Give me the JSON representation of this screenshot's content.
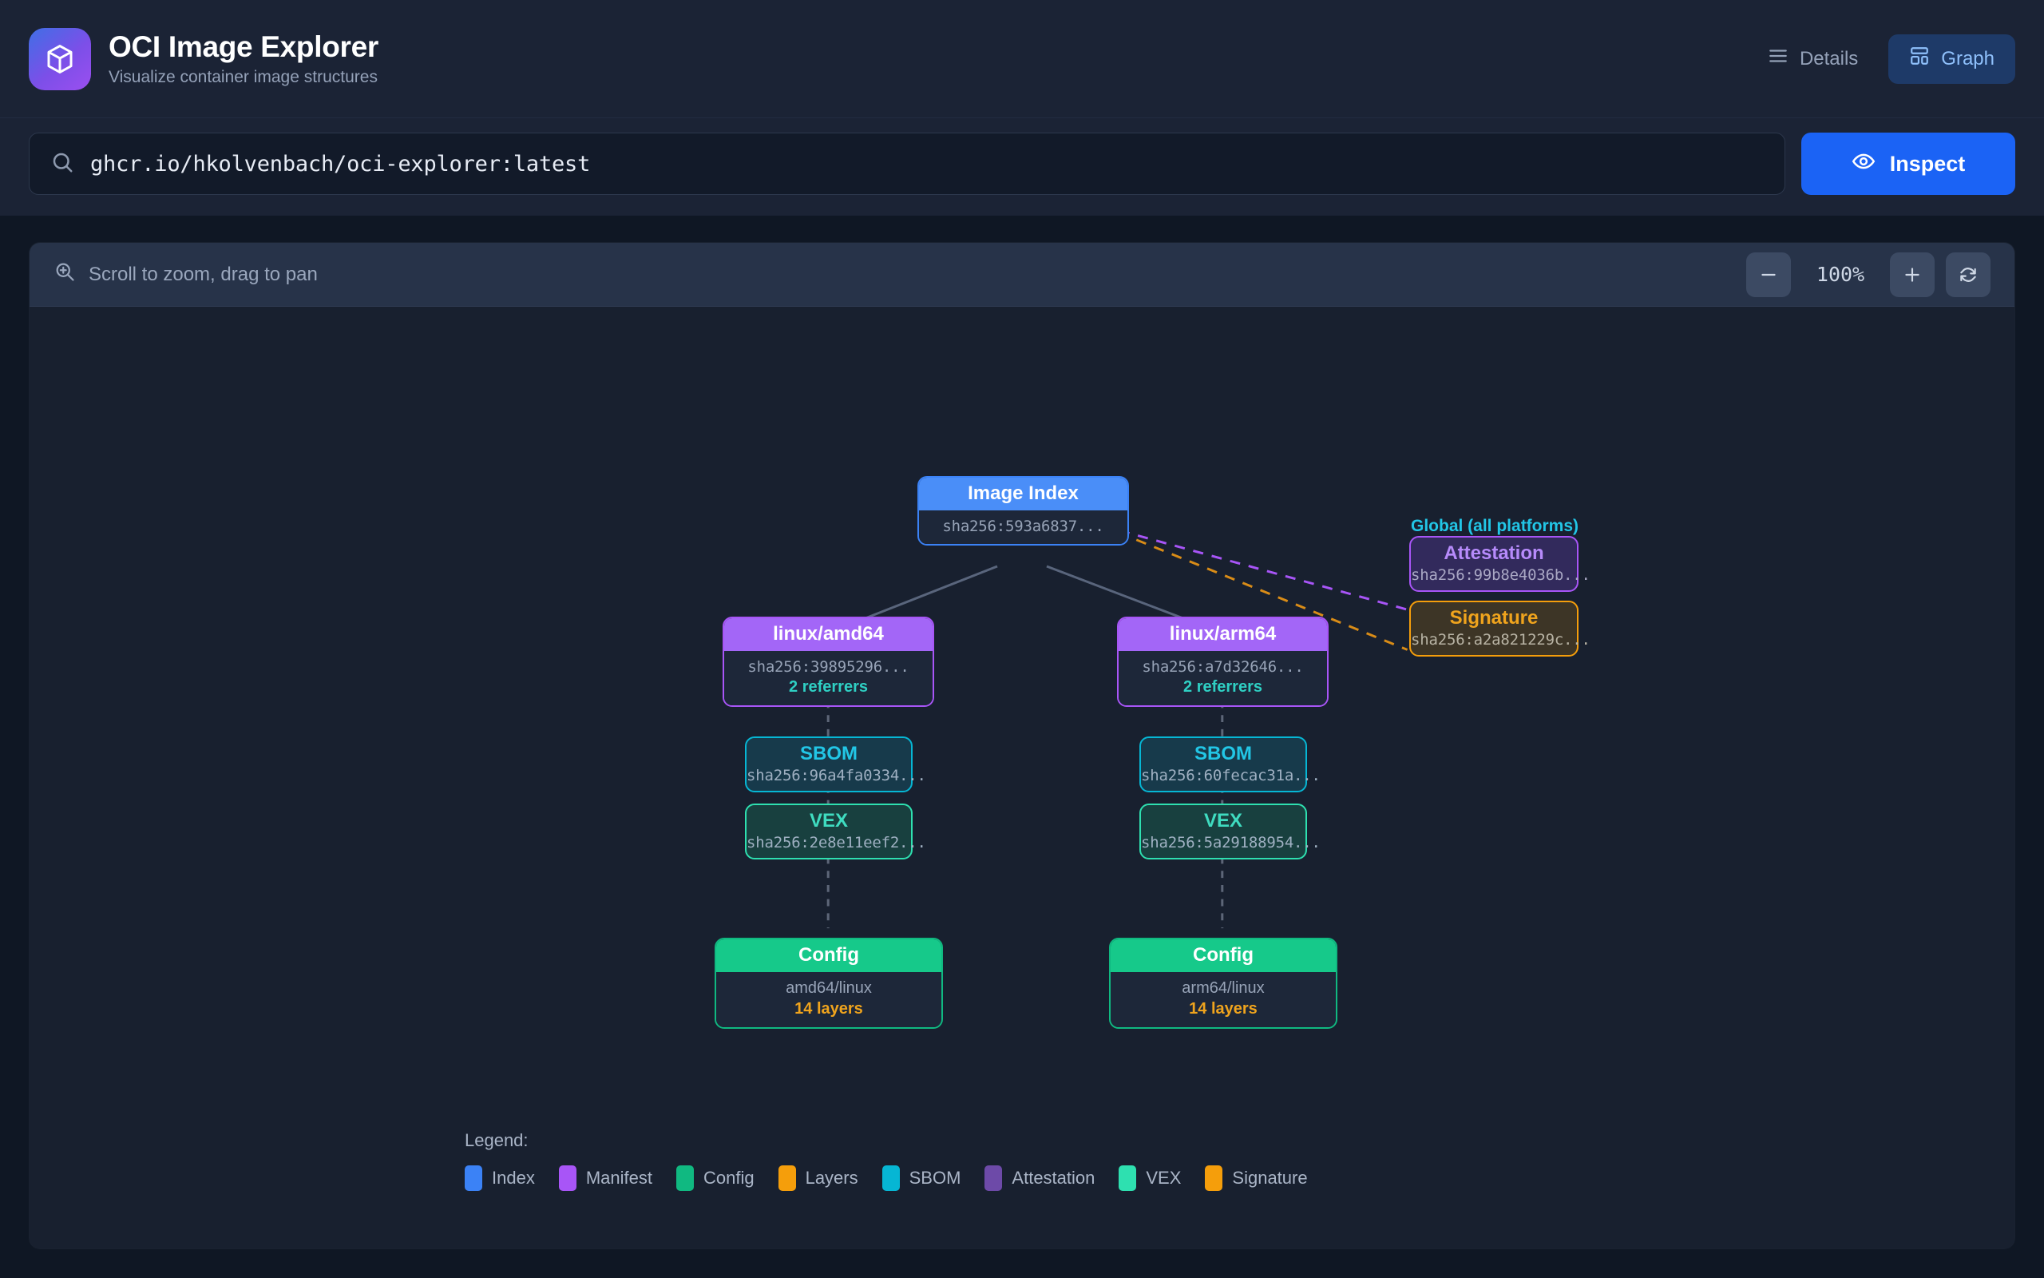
{
  "header": {
    "logo_icon": "cube-icon",
    "title": "OCI Image Explorer",
    "subtitle": "Visualize container image structures",
    "details_label": "Details",
    "details_icon": "list-icon",
    "graph_label": "Graph",
    "graph_icon": "layout-icon"
  },
  "search": {
    "icon": "search-icon",
    "value": "ghcr.io/hkolvenbach/oci-explorer:latest",
    "placeholder": "ghcr.io/hkolvenbach/oci-explorer:latest",
    "inspect_label": "Inspect",
    "inspect_icon": "eye-icon"
  },
  "canvas_toolbar": {
    "hint_icon": "zoom-in-icon",
    "hint": "Scroll to zoom, drag to pan",
    "zoom_out_icon": "minus-icon",
    "zoom_level": "100%",
    "zoom_in_icon": "plus-icon",
    "reset_icon": "reset-icon"
  },
  "graph": {
    "group_label": "Global (all platforms)",
    "nodes": {
      "index": {
        "type": "Index",
        "title": "Image Index",
        "digest": "sha256:593a6837..."
      },
      "amd64_manifest": {
        "type": "Manifest",
        "title": "linux/amd64",
        "digest": "sha256:39895296...",
        "referrers": "2 referrers"
      },
      "arm64_manifest": {
        "type": "Manifest",
        "title": "linux/arm64",
        "digest": "sha256:a7d32646...",
        "referrers": "2 referrers"
      },
      "amd64_sbom": {
        "type": "SBOM",
        "title": "SBOM",
        "digest": "sha256:96a4fa0334..."
      },
      "amd64_vex": {
        "type": "VEX",
        "title": "VEX",
        "digest": "sha256:2e8e11eef2..."
      },
      "arm64_sbom": {
        "type": "SBOM",
        "title": "SBOM",
        "digest": "sha256:60fecac31a..."
      },
      "arm64_vex": {
        "type": "VEX",
        "title": "VEX",
        "digest": "sha256:5a29188954..."
      },
      "amd64_config": {
        "type": "Config",
        "title": "Config",
        "platform": "amd64/linux",
        "layers": "14 layers"
      },
      "arm64_config": {
        "type": "Config",
        "title": "Config",
        "platform": "arm64/linux",
        "layers": "14 layers"
      },
      "attestation": {
        "type": "Attestation",
        "title": "Attestation",
        "digest": "sha256:99b8e4036b..."
      },
      "signature": {
        "type": "Signature",
        "title": "Signature",
        "digest": "sha256:a2a821229c..."
      }
    }
  },
  "legend": {
    "title": "Legend:",
    "items": [
      {
        "label": "Index",
        "color": "#3b82f6"
      },
      {
        "label": "Manifest",
        "color": "#a855f7"
      },
      {
        "label": "Config",
        "color": "#10b981"
      },
      {
        "label": "Layers",
        "color": "#f59e0b"
      },
      {
        "label": "SBOM",
        "color": "#06b6d4"
      },
      {
        "label": "Attestation",
        "color": "#6d4aa8"
      },
      {
        "label": "VEX",
        "color": "#2ee0b0"
      },
      {
        "label": "Signature",
        "color": "#f59e0b"
      }
    ]
  }
}
